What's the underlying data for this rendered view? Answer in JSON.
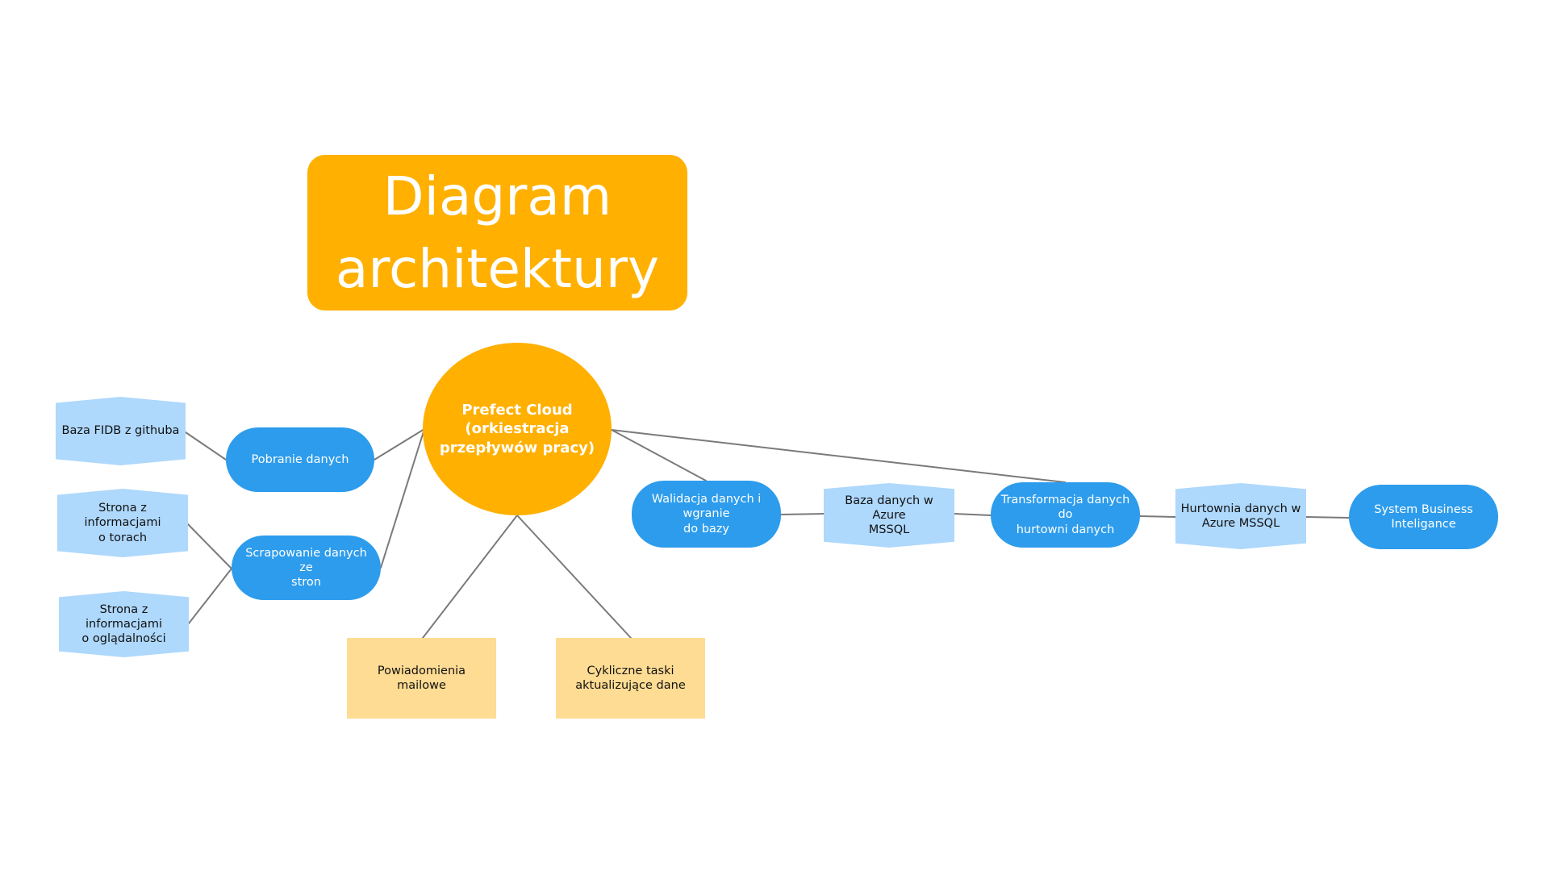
{
  "diagram": {
    "title": {
      "line1": "Diagram",
      "line2": "architektury"
    },
    "hub": {
      "line1": "Prefect Cloud",
      "line2": "(orkiestracja",
      "line3": "przepływów pracy)"
    },
    "processes": {
      "pobranie": "Pobranie danych",
      "scrap_line1": "Scrapowanie danych ze",
      "scrap_line2": "stron",
      "walidacja_line1": "Walidacja danych i wgranie",
      "walidacja_line2": "do bazy",
      "transform_line1": "Transformacja danych do",
      "transform_line2": "hurtowni danych",
      "bi_line1": "System Business",
      "bi_line2": "Inteligance"
    },
    "data_stores": {
      "fidb": "Baza FIDB z githuba",
      "strona1_line1": "Strona z informacjami",
      "strona1_line2": "o torach",
      "strona2_line1": "Strona z informacjami",
      "strona2_line2": "o oglądalności",
      "baza_line1": "Baza danych w Azure",
      "baza_line2": "MSSQL",
      "hurtownia_line1": "Hurtownia danych w",
      "hurtownia_line2": "Azure MSSQL"
    },
    "notes": {
      "mail": "Powiadomienia mailowe",
      "cykliczne_line1": "Cykliczne taski",
      "cykliczne_line2": "aktualizujące dane"
    },
    "colors": {
      "title_bg": "#ffb000",
      "hub_bg": "#ffb000",
      "process_bg": "#2d9cec",
      "data_store_bg": "#aed8fc",
      "note_bg": "#fedc93",
      "connector": "#7a7a7a"
    }
  }
}
